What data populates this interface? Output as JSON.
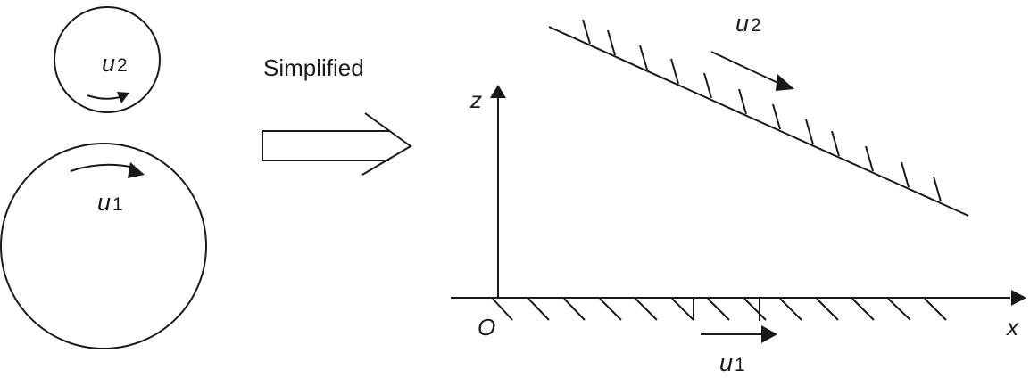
{
  "diagram": {
    "type": "schematic",
    "description": "Two rollers simplified to a wedge-shaped gap between a moving lower plane and an inclined upper plane",
    "left_panel": {
      "upper_roller": {
        "velocity_label": "u",
        "velocity_subscript": "2"
      },
      "lower_roller": {
        "velocity_label": "u",
        "velocity_subscript": "1"
      }
    },
    "transition": {
      "label": "Simplified",
      "arrow": "hollow-block-arrow"
    },
    "right_panel": {
      "axes": {
        "vertical": "z",
        "horizontal": "x",
        "origin": "O"
      },
      "upper_surface": {
        "velocity_label": "u",
        "velocity_subscript": "2",
        "orientation": "inclined"
      },
      "lower_surface": {
        "velocity_label": "u",
        "velocity_subscript": "1",
        "orientation": "horizontal"
      }
    },
    "colors": {
      "stroke": "#1a1a1a",
      "background": "#ffffff"
    }
  }
}
